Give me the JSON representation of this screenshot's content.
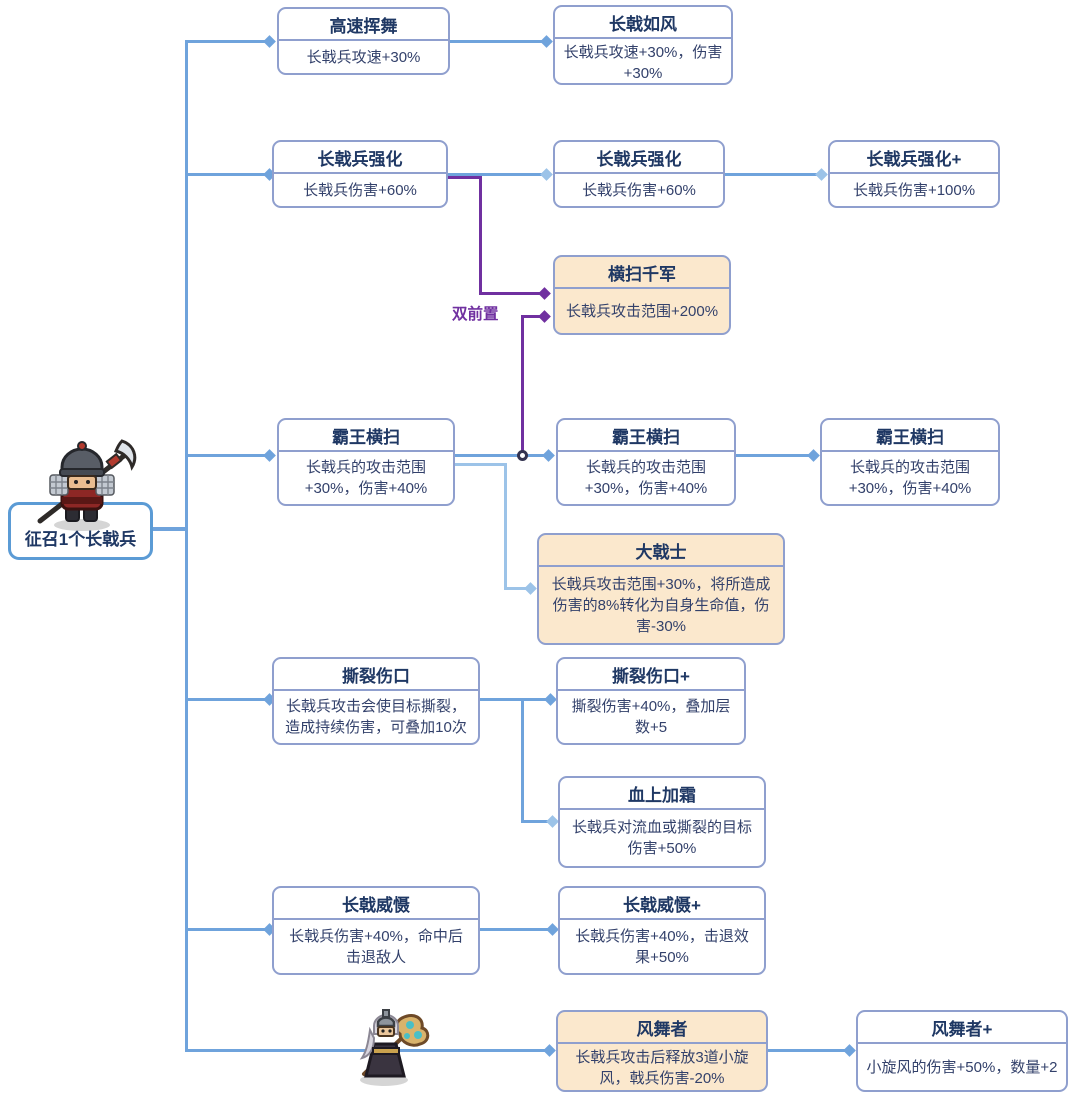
{
  "root": {
    "label": "征召1个长戟兵"
  },
  "labels": {
    "dual_prereq": "双前置"
  },
  "icons": {
    "root_unit": "halberd-soldier-icon",
    "bottom_unit": "wind-dancer-icon"
  },
  "colors": {
    "line_blue": "#6fa3dc",
    "line_light_blue": "#9cc3e8",
    "line_purple": "#7030a0",
    "node_border": "#8f9fce",
    "root_border": "#5b9bd5",
    "orange_bg": "#fbe8cd",
    "header_text": "#1f3864",
    "body_text": "#33416b"
  },
  "nodes": [
    {
      "title": "高速挥舞",
      "desc": "长戟兵攻速+30%",
      "style": "normal"
    },
    {
      "title": "长戟如风",
      "desc": "长戟兵攻速+30%，伤害+30%",
      "style": "normal"
    },
    {
      "title": "长戟兵强化",
      "desc": "长戟兵伤害+60%",
      "style": "normal"
    },
    {
      "title": "长戟兵强化",
      "desc": "长戟兵伤害+60%",
      "style": "normal"
    },
    {
      "title": "长戟兵强化+",
      "desc": "长戟兵伤害+100%",
      "style": "normal"
    },
    {
      "title": "横扫千军",
      "desc": "长戟兵攻击范围+200%",
      "style": "orange"
    },
    {
      "title": "霸王横扫",
      "desc": "长戟兵的攻击范围+30%，伤害+40%",
      "style": "normal"
    },
    {
      "title": "霸王横扫",
      "desc": "长戟兵的攻击范围+30%，伤害+40%",
      "style": "normal"
    },
    {
      "title": "霸王横扫",
      "desc": "长戟兵的攻击范围+30%，伤害+40%",
      "style": "normal"
    },
    {
      "title": "大戟士",
      "desc": "长戟兵攻击范围+30%，将所造成伤害的8%转化为自身生命值，伤害-30%",
      "style": "orange"
    },
    {
      "title": "撕裂伤口",
      "desc": "长戟兵攻击会使目标撕裂，造成持续伤害，可叠加10次",
      "style": "normal"
    },
    {
      "title": "撕裂伤口+",
      "desc": "撕裂伤害+40%，叠加层数+5",
      "style": "normal"
    },
    {
      "title": "血上加霜",
      "desc": "长戟兵对流血或撕裂的目标伤害+50%",
      "style": "normal"
    },
    {
      "title": "长戟威慑",
      "desc": "长戟兵伤害+40%，命中后击退敌人",
      "style": "normal"
    },
    {
      "title": "长戟威慑+",
      "desc": "长戟兵伤害+40%，击退效果+50%",
      "style": "normal"
    },
    {
      "title": "风舞者",
      "desc": "长戟兵攻击后释放3道小旋风，戟兵伤害-20%",
      "style": "orange"
    },
    {
      "title": "风舞者+",
      "desc": "小旋风的伤害+50%，数量+2",
      "style": "normal"
    }
  ]
}
